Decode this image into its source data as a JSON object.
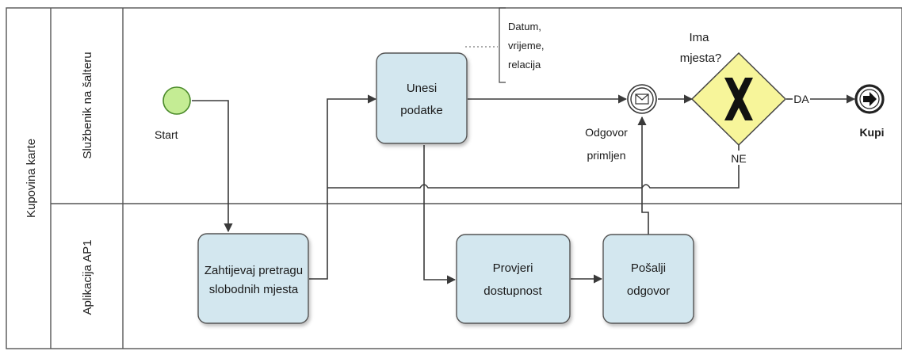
{
  "pool": {
    "label": "Kupovina karte"
  },
  "lanes": [
    {
      "label": "Službenik na šalteru"
    },
    {
      "label": "Aplikacija AP1"
    }
  ],
  "events": {
    "start": {
      "label": "Start"
    },
    "message": {
      "label_lines": [
        "Odgovor",
        "primljen"
      ]
    },
    "end": {
      "label": "Kupi"
    }
  },
  "tasks": {
    "unesi": {
      "lines": [
        "Unesi",
        "podatke"
      ]
    },
    "zahtijevaj": {
      "lines": [
        "Zahtijevaj pretragu",
        "slobodnih mjesta"
      ]
    },
    "provjeri": {
      "lines": [
        "Provjeri",
        "dostupnost"
      ]
    },
    "posalji": {
      "lines": [
        "Pošalji",
        "odgovor"
      ]
    }
  },
  "gateway": {
    "question_lines": [
      "Ima",
      "mjesta?"
    ],
    "yes_label": "DA",
    "no_label": "NE"
  },
  "annotation": {
    "lines": [
      "Datum,",
      "vrijeme,",
      "relacija"
    ]
  },
  "colors": {
    "task_fill": "#d3e7ef",
    "task_stroke": "#555555",
    "start_fill": "#c4ec94",
    "start_stroke": "#4a8a2a",
    "gateway_fill": "#f7f59a",
    "line": "#3a3a3a"
  }
}
